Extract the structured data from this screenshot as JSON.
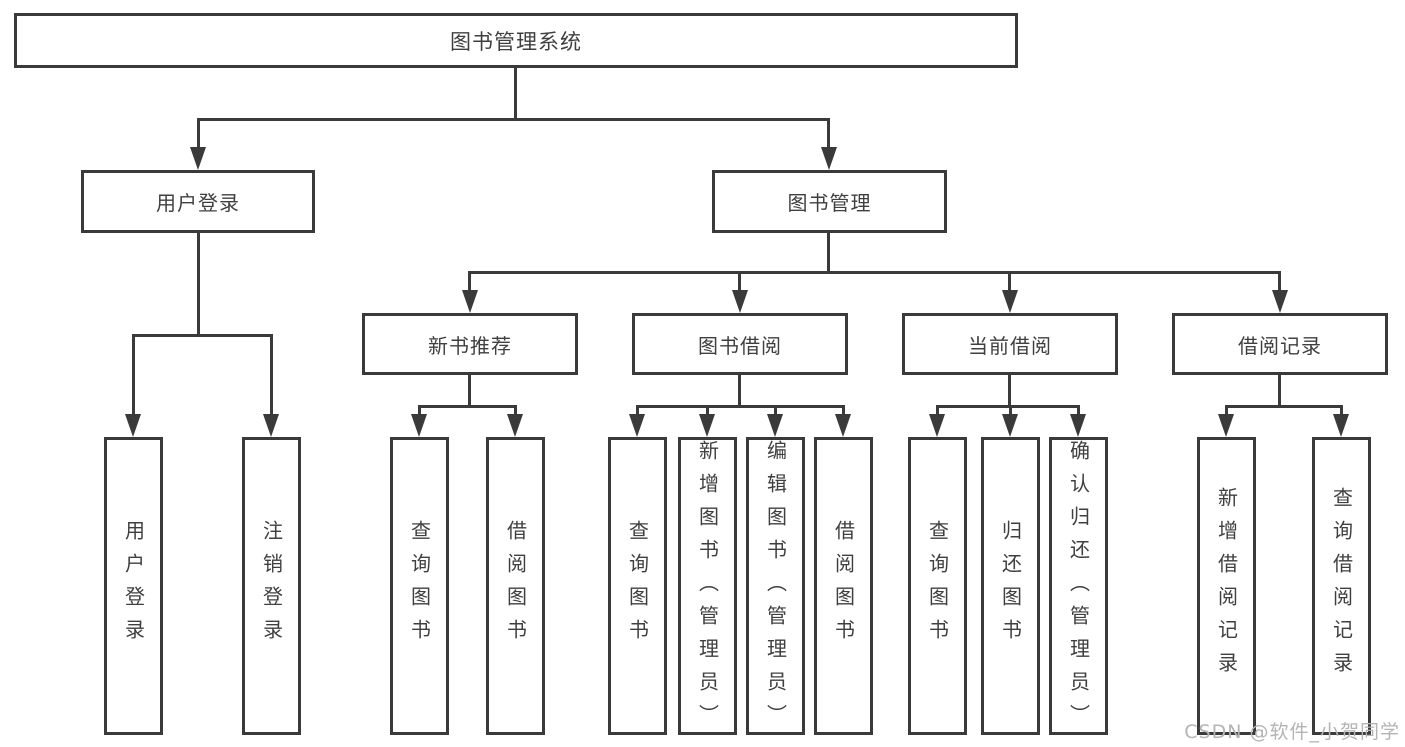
{
  "nodes": {
    "root": {
      "label": "图书管理系统"
    },
    "level2": [
      {
        "label": "用户登录"
      },
      {
        "label": "图书管理"
      }
    ],
    "level3": [
      {
        "label": "新书推荐"
      },
      {
        "label": "图书借阅"
      },
      {
        "label": "当前借阅"
      },
      {
        "label": "借阅记录"
      }
    ],
    "user_login_children": [
      {
        "label": "用户登录"
      },
      {
        "label": "注销登录"
      }
    ],
    "new_book_children": [
      {
        "label": "查询图书"
      },
      {
        "label": "借阅图书"
      }
    ],
    "book_borrow_children": [
      {
        "label": "查询图书"
      },
      {
        "label": "新增图书（管理员）"
      },
      {
        "label": "编辑图书（管理员）"
      },
      {
        "label": "借阅图书"
      }
    ],
    "current_borrow_children": [
      {
        "label": "查询图书"
      },
      {
        "label": "归还图书"
      },
      {
        "label": "确认归还（管理员）"
      }
    ],
    "borrow_record_children": [
      {
        "label": "新增借阅记录"
      },
      {
        "label": "查询借阅记录"
      }
    ]
  },
  "watermark": {
    "text": "CSDN @软件_小贺同学"
  },
  "colors": {
    "line": "#3a3a3a",
    "text": "#3f3f3f",
    "box_background": "#ffffff",
    "watermark": "#b4b4b4",
    "background": "#ffffff"
  }
}
